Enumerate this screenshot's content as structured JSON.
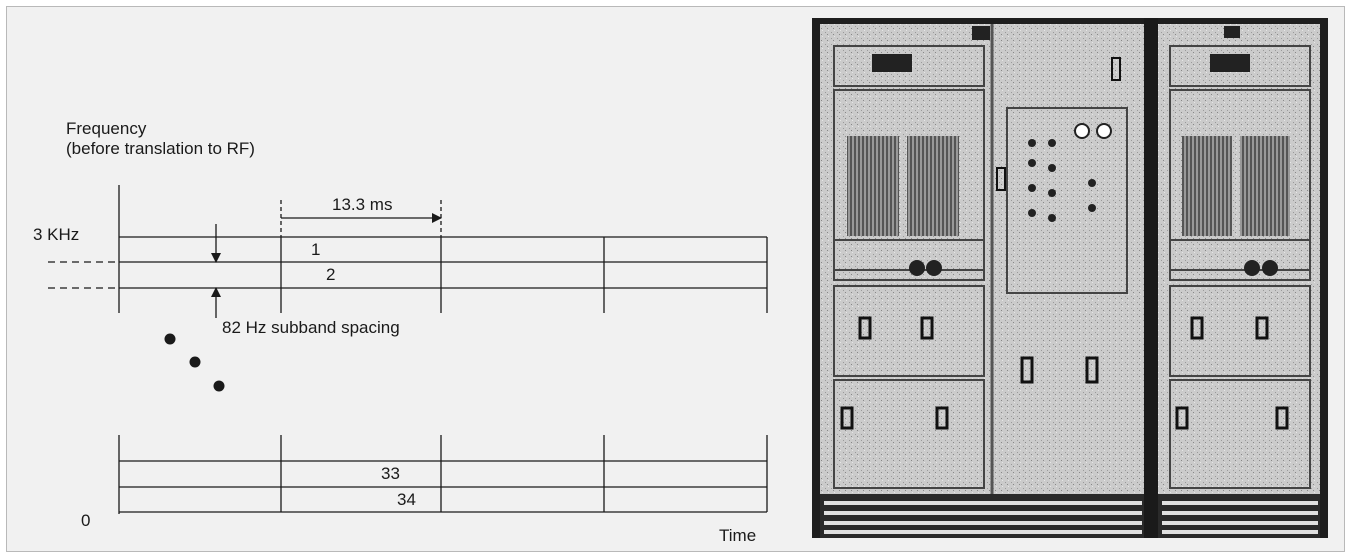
{
  "diagram": {
    "frequency_axis_title": "Frequency",
    "frequency_axis_subtitle": "(before translation to RF)",
    "top_frequency_label": "3 KHz",
    "bottom_frequency_label": "0",
    "time_axis_label": "Time",
    "frame_duration_label": "13.3 ms",
    "subband_spacing_label": "82 Hz subband spacing",
    "subbands": [
      "1",
      "2",
      "33",
      "34"
    ]
  },
  "photo": {
    "description_icon": "equipment-rack-photo"
  },
  "colors": {
    "background": "#f1f1f1",
    "line": "#1a1a1a",
    "photo_metal": "#cfcfcf"
  }
}
